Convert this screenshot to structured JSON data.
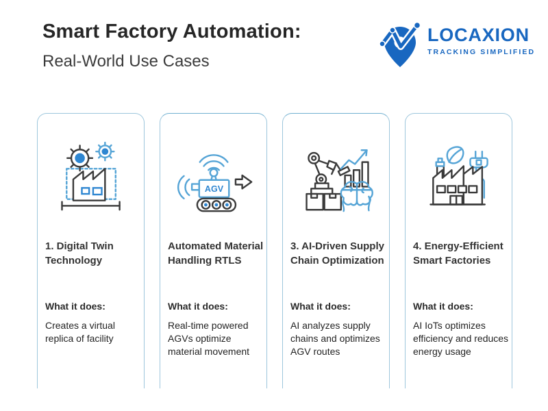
{
  "header": {
    "title": "Smart Factory Automation:",
    "subtitle": "Real-World Use Cases"
  },
  "logo": {
    "name": "LOCAXION",
    "tagline": "TRACKING SIMPLIFIED",
    "color": "#1867C0"
  },
  "colors": {
    "logo_blue": "#1867C0",
    "icon_blue": "#55A4D6",
    "icon_blue_fill": "#2E86D1",
    "icon_dark": "#3A3A3A",
    "card_border": "#9DC6DC",
    "card_border_accent": "#70AFD0"
  },
  "cards": [
    {
      "icon": "digital-twin-icon",
      "title": "1. Digital Twin Technology",
      "what_label": "What it does:",
      "description": "Creates a virtual replica of facility"
    },
    {
      "icon": "agv-icon",
      "icon_label": "AGV",
      "title": "Automated Material Handling RTLS",
      "what_label": "What it does:",
      "description": "Real-time powered AGVs optimize material movement"
    },
    {
      "icon": "ai-supply-chain-icon",
      "title": "3. AI-Driven Supply Chain Optimization",
      "what_label": "What it does:",
      "description": "AI analyzes supply chains and optimizes AGV routes"
    },
    {
      "icon": "energy-factory-icon",
      "title": "4. Energy-Efficient Smart Factories",
      "what_label": "What it does:",
      "description": "AI IoTs optimizes efficiency and reduces energy usage"
    }
  ]
}
